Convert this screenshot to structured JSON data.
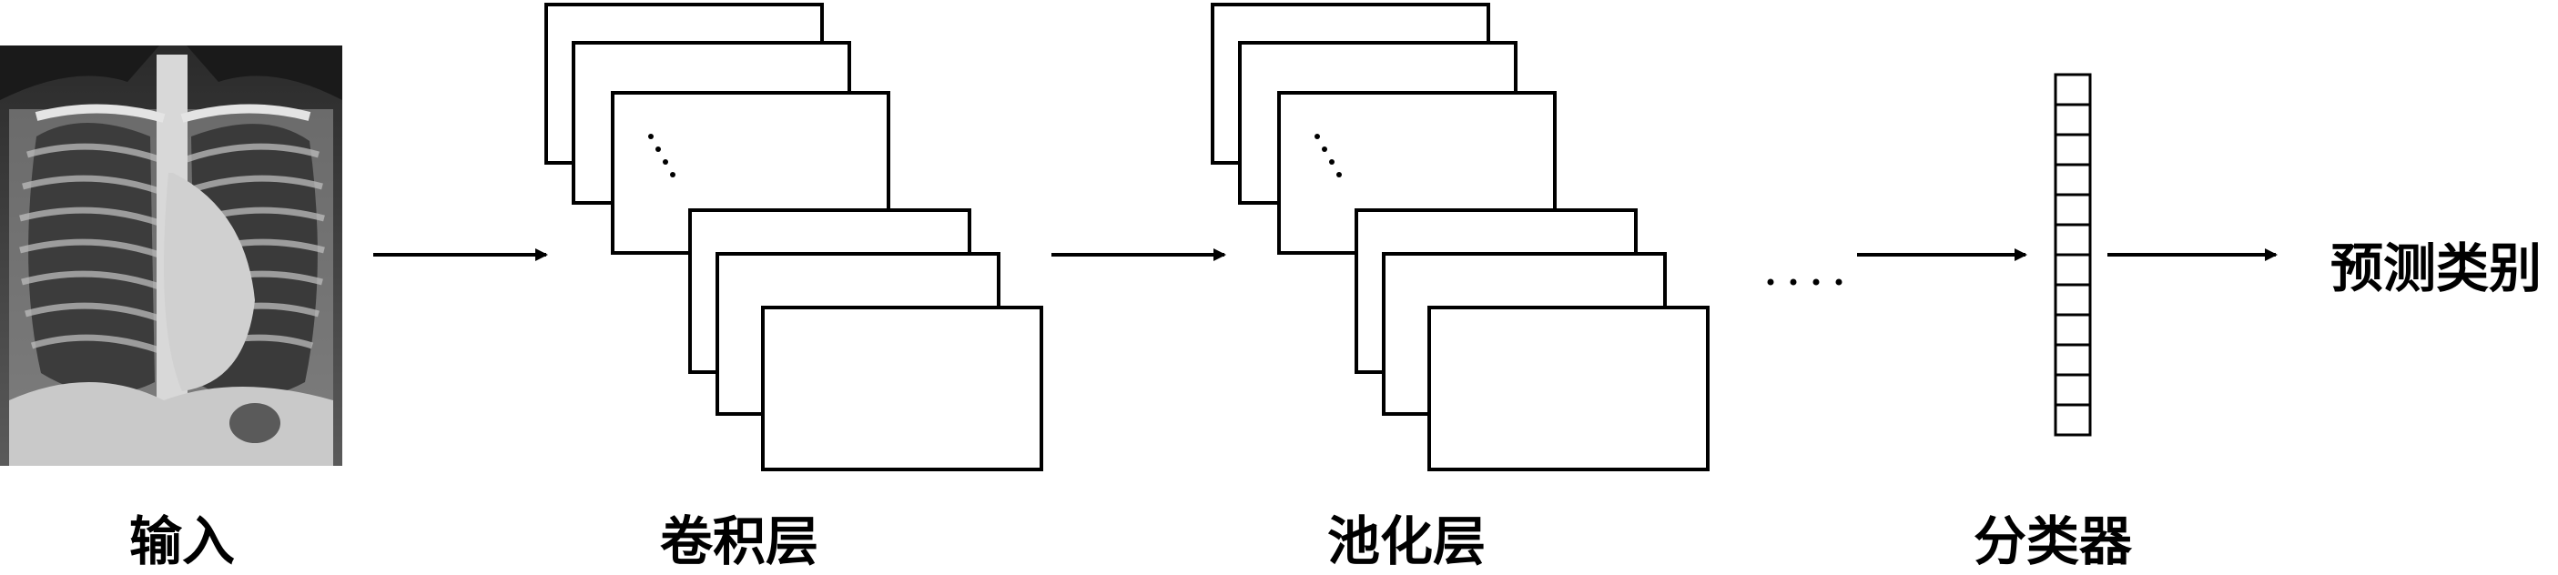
{
  "labels": {
    "input": "输入",
    "conv": "卷积层",
    "pool": "池化层",
    "classifier": "分类器",
    "output": "预测类别"
  },
  "icons": {
    "input_image": "chest-xray-image"
  },
  "classifier_cells": 12,
  "colors": {
    "stroke": "#000000",
    "fill": "#ffffff"
  }
}
